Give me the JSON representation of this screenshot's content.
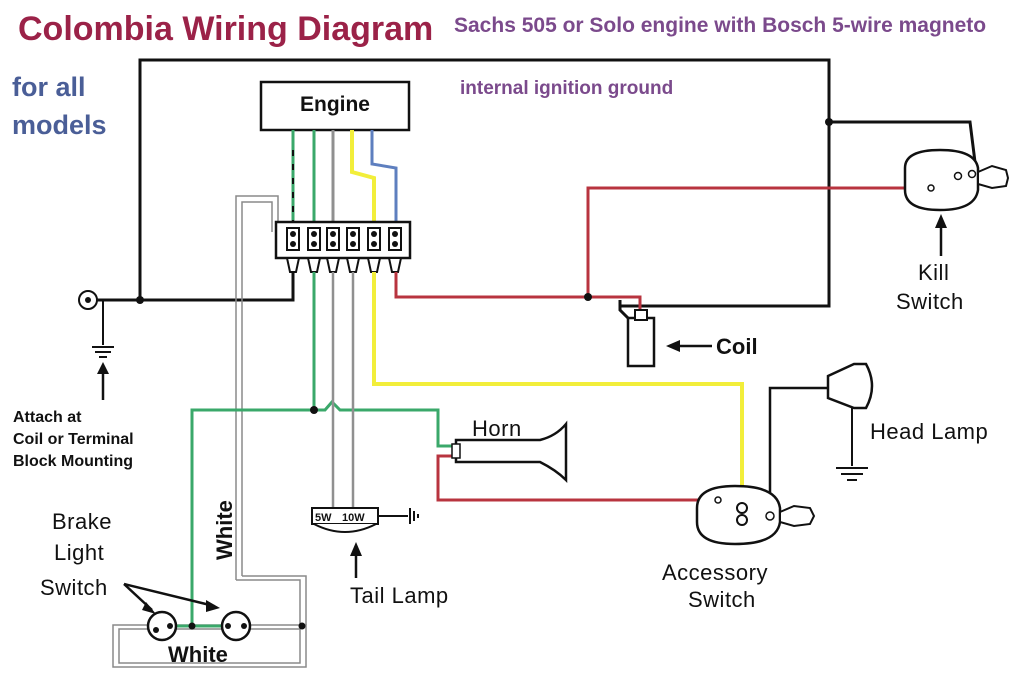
{
  "colors": {
    "title": "#9b2248",
    "subtitle": "#7b4a8c",
    "models": "#4a5e97",
    "ground_note": "#7b4a8c",
    "wire_black": "#111111",
    "wire_green": "#3aa86a",
    "wire_red": "#b8343f",
    "wire_yellow": "#f2ee3a",
    "wire_blue": "#5e7fbf",
    "wire_gray": "#909090",
    "wire_white": "#8a8a8a"
  },
  "header": {
    "title": "Colombia Wiring Diagram",
    "subtitle": "Sachs 505 or Solo engine with Bosch 5-wire magneto",
    "models_line1": "for all",
    "models_line2": "models"
  },
  "notes": {
    "internal_ground": "internal ignition ground",
    "attach_line1": "Attach at",
    "attach_line2": "Coil or Terminal",
    "attach_line3": "Block Mounting"
  },
  "components": {
    "engine": "Engine",
    "coil": "Coil",
    "kill_switch_line1": "Kill",
    "kill_switch_line2": "Switch",
    "horn": "Horn",
    "head_lamp": "Head Lamp",
    "tail_lamp": "Tail Lamp",
    "tail_lamp_5w": "5W",
    "tail_lamp_10w": "10W",
    "accessory_switch_line1": "Accessory",
    "accessory_switch_line2": "Switch",
    "brake_light_line1": "Brake",
    "brake_light_line2": "Light",
    "brake_light_line3": "Switch"
  },
  "wire_labels": {
    "white_vertical": "White",
    "white_bottom": "White"
  }
}
